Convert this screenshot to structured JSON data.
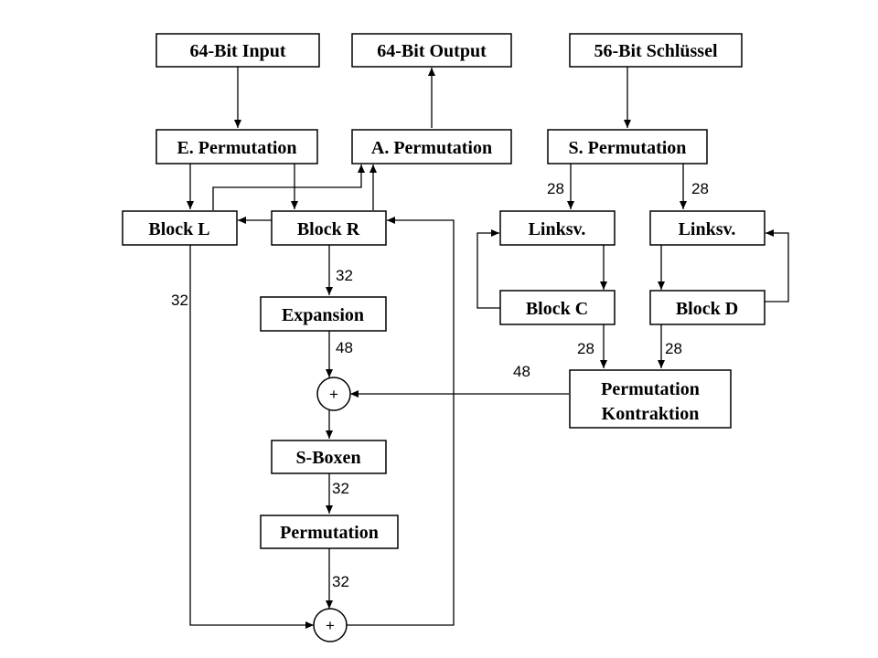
{
  "diagram": {
    "nodes": {
      "input": "64-Bit Input",
      "output": "64-Bit Output",
      "key": "56-Bit Schlüssel",
      "e_perm": "E. Permutation",
      "a_perm": "A. Permutation",
      "s_perm": "S. Permutation",
      "block_l": "Block L",
      "block_r": "Block R",
      "linksv_c": "Linksv.",
      "linksv_d": "Linksv.",
      "block_c": "Block C",
      "block_d": "Block D",
      "expansion": "Expansion",
      "perm_kontr_1": "Permutation",
      "perm_kontr_2": "Kontraktion",
      "sboxen": "S-Boxen",
      "permutation": "Permutation"
    },
    "operators": {
      "xor_1": "+",
      "xor_2": "+"
    },
    "bit_labels": {
      "key_left": "28",
      "key_right": "28",
      "r_to_exp": "32",
      "l_down": "32",
      "exp_to_xor": "48",
      "c_to_pk": "28",
      "d_to_pk": "28",
      "pk_to_xor": "48",
      "sbox_to_perm": "32",
      "perm_to_xor": "32"
    }
  }
}
